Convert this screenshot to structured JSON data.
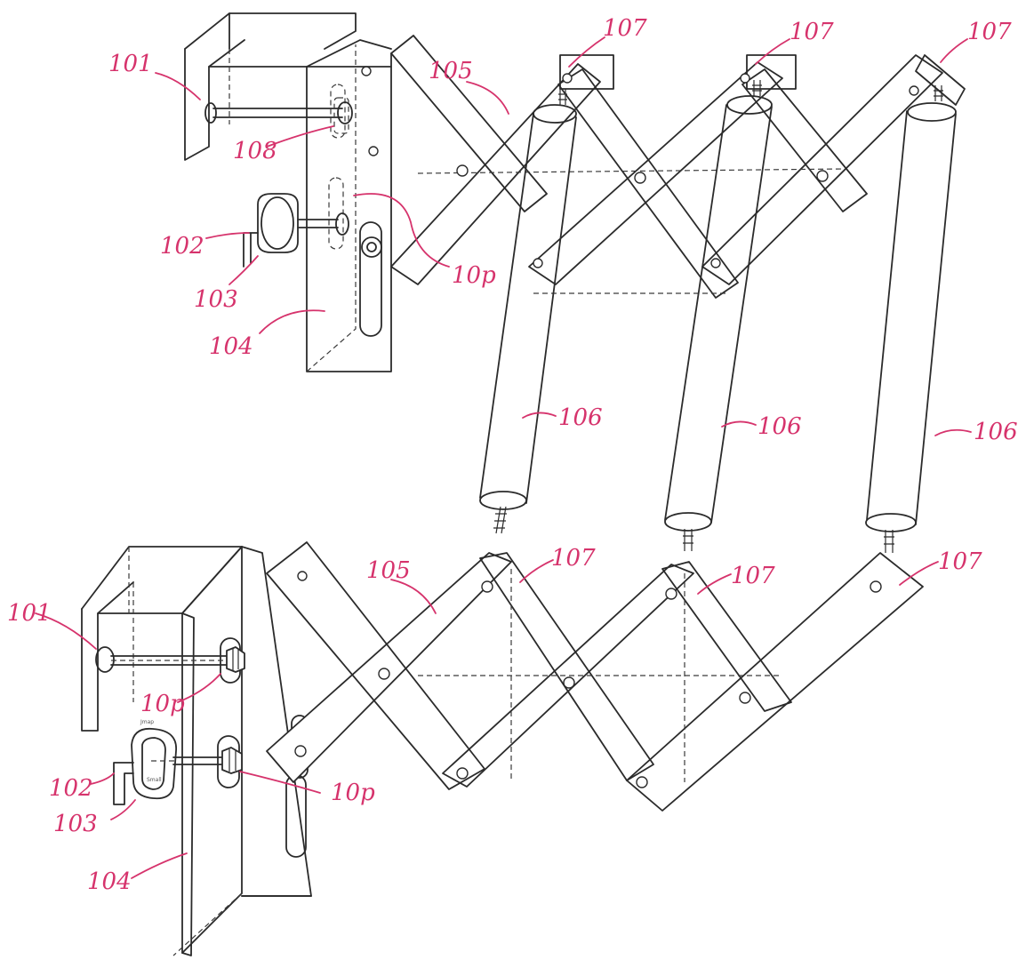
{
  "top_view": {
    "labels": {
      "l101": "101",
      "l105": "105",
      "l107a": "107",
      "l107b": "107",
      "l107c": "107",
      "l108": "108",
      "l102": "102",
      "l103": "103",
      "l10p": "10p",
      "l104": "104",
      "l106a": "106",
      "l106b": "106",
      "l106c": "106"
    }
  },
  "bottom_view": {
    "labels": {
      "l101": "101",
      "l105": "105",
      "l107a": "107",
      "l107b": "107",
      "l107c": "107",
      "l10p_upper": "10p",
      "l102": "102",
      "l103": "103",
      "l10p_lower": "10p",
      "l104": "104"
    },
    "knob_caption_top": "Jmap",
    "knob_caption_bottom": "Small"
  },
  "colors": {
    "ink": "#2b2b2b",
    "label": "#d6336c",
    "paper": "#ffffff"
  }
}
